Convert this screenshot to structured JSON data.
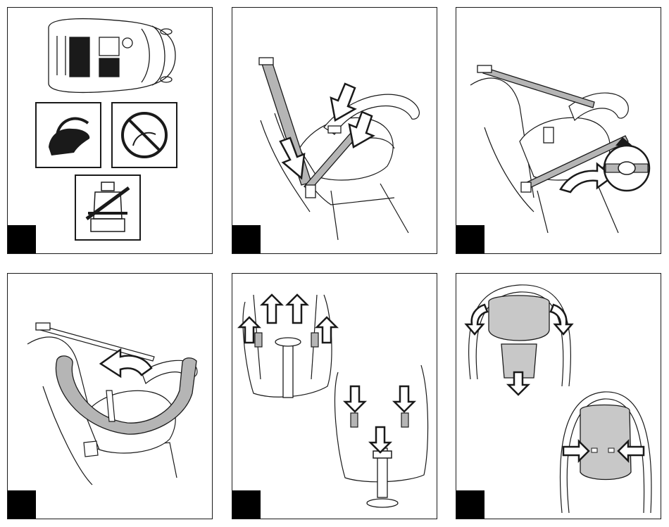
{
  "panels": [
    {
      "id": "p1",
      "number": ""
    },
    {
      "id": "p2",
      "number": ""
    },
    {
      "id": "p3",
      "number": ""
    },
    {
      "id": "p4",
      "number": ""
    },
    {
      "id": "p5",
      "number": ""
    },
    {
      "id": "p6",
      "number": ""
    }
  ],
  "colors": {
    "line": "#1a1a1a",
    "belt_fill": "#b5b5b5",
    "shade": "#c8c8c8",
    "seat_fill": "#ffffff",
    "number_bg": "#000000"
  },
  "icons": {
    "car_top_view": "car-top-view-icon",
    "infant_carrier": "infant-carrier-icon",
    "no_airbag": "no-airbag-icon",
    "seat_belt": "seat-belt-icon"
  }
}
